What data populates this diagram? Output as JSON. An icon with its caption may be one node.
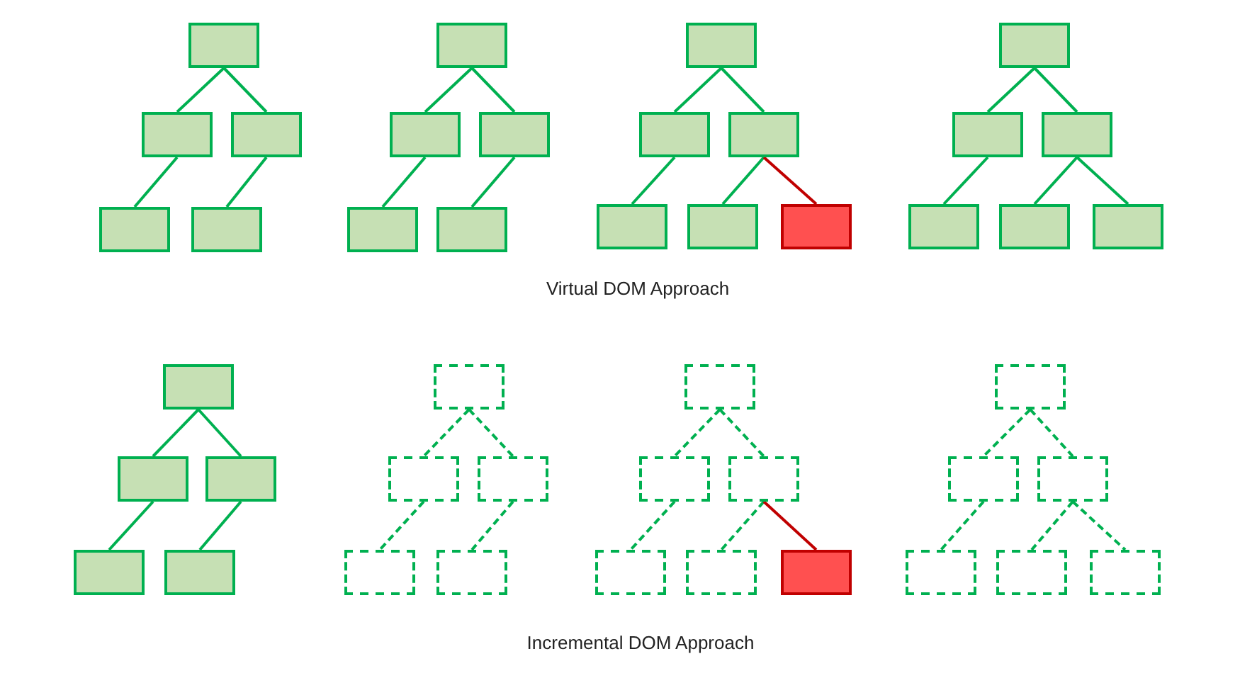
{
  "diagram": {
    "nodes": [
      {
        "text": [],
        "shape": "box"
      },
      {
        "text": [],
        "shape": "box"
      },
      {
        "text": [],
        "shape": "box"
      },
      {
        "text": [],
        "shape": "box"
      },
      {
        "text": [],
        "shape": "box"
      },
      {
        "text": [],
        "shape": "box"
      },
      {
        "text": [],
        "shape": "box"
      },
      {
        "text": [],
        "shape": "box"
      },
      {
        "text": [],
        "shape": "box"
      },
      {
        "text": [],
        "shape": "box"
      },
      {
        "text": [],
        "shape": "box"
      },
      {
        "text": [],
        "shape": "box"
      },
      {
        "text": [],
        "shape": "box"
      },
      {
        "text": [],
        "shape": "box"
      },
      {
        "text": [],
        "shape": "box"
      },
      {
        "text": [],
        "shape": "box"
      },
      {
        "text": [],
        "shape": "box"
      },
      {
        "text": [],
        "shape": "box"
      },
      {
        "text": [],
        "shape": "box"
      },
      {
        "text": [],
        "shape": "box"
      },
      {
        "text": [],
        "shape": "box"
      },
      {
        "text": [],
        "shape": "box"
      },
      {
        "text": [],
        "shape": "box"
      },
      {
        "text": [],
        "shape": "box"
      },
      {
        "text": [],
        "shape": "box"
      },
      {
        "text": [],
        "shape": "box"
      },
      {
        "text": [],
        "shape": "box"
      },
      {
        "text": [],
        "shape": "box"
      },
      {
        "text": [],
        "shape": "box"
      },
      {
        "text": [],
        "shape": "box"
      },
      {
        "text": [],
        "shape": "box"
      },
      {
        "text": [],
        "shape": "box"
      },
      {
        "text": [],
        "shape": "box"
      },
      {
        "text": [],
        "shape": "box"
      },
      {
        "text": [],
        "shape": "box"
      },
      {
        "text": [],
        "shape": "box"
      },
      {
        "text": [],
        "shape": "box"
      },
      {
        "text": [],
        "shape": "box"
      },
      {
        "text": [],
        "shape": "box"
      },
      {
        "text": [],
        "shape": "box"
      },
      {
        "text": [],
        "shape": "box"
      },
      {
        "text": [],
        "shape": "box"
      },
      {
        "text": [],
        "shape": "box"
      },
      {
        "text": [],
        "shape": "box"
      }
    ],
    "edges": [
      {
        "from": 0,
        "to": 1,
        "arrow": "none"
      },
      {
        "from": 0,
        "to": 2,
        "arrow": "none"
      },
      {
        "from": 1,
        "to": 3,
        "arrow": "none"
      },
      {
        "from": 2,
        "to": 4,
        "arrow": "none"
      },
      {
        "from": 5,
        "to": 6,
        "arrow": "none"
      },
      {
        "from": 5,
        "to": 7,
        "arrow": "none"
      },
      {
        "from": 6,
        "to": 8,
        "arrow": "none"
      },
      {
        "from": 7,
        "to": 9,
        "arrow": "none"
      },
      {
        "from": 10,
        "to": 11,
        "arrow": "none"
      },
      {
        "from": 10,
        "to": 12,
        "arrow": "none"
      },
      {
        "from": 11,
        "to": 13,
        "arrow": "none"
      },
      {
        "from": 12,
        "to": 14,
        "arrow": "none"
      },
      {
        "from": 12,
        "to": 15,
        "arrow": "none",
        "color": "#c00000"
      },
      {
        "from": 16,
        "to": 17,
        "arrow": "none"
      },
      {
        "from": 16,
        "to": 18,
        "arrow": "none"
      },
      {
        "from": 17,
        "to": 19,
        "arrow": "none"
      },
      {
        "from": 18,
        "to": 20,
        "arrow": "none"
      },
      {
        "from": 18,
        "to": 21,
        "arrow": "none"
      },
      {
        "from": 22,
        "to": 23,
        "arrow": "none"
      },
      {
        "from": 22,
        "to": 24,
        "arrow": "none"
      },
      {
        "from": 23,
        "to": 25,
        "arrow": "none"
      },
      {
        "from": 24,
        "to": 26,
        "arrow": "none"
      },
      {
        "from": 27,
        "to": 28,
        "arrow": "none",
        "style": "dashed"
      },
      {
        "from": 27,
        "to": 29,
        "arrow": "none",
        "style": "dashed"
      },
      {
        "from": 28,
        "to": 30,
        "arrow": "none",
        "style": "dashed"
      },
      {
        "from": 29,
        "to": 31,
        "arrow": "none",
        "style": "dashed"
      },
      {
        "from": 32,
        "to": 33,
        "arrow": "none",
        "style": "dashed"
      },
      {
        "from": 32,
        "to": 34,
        "arrow": "none",
        "style": "dashed"
      },
      {
        "from": 33,
        "to": 35,
        "arrow": "none",
        "style": "dashed"
      },
      {
        "from": 34,
        "to": 36,
        "arrow": "none",
        "style": "dashed"
      },
      {
        "from": 34,
        "to": 37,
        "arrow": "none",
        "color": "#c00000"
      },
      {
        "from": 38,
        "to": 39,
        "arrow": "none",
        "style": "dashed"
      },
      {
        "from": 38,
        "to": 40,
        "arrow": "none",
        "style": "dashed"
      },
      {
        "from": 39,
        "to": 41,
        "arrow": "none",
        "style": "dashed"
      },
      {
        "from": 40,
        "to": 42,
        "arrow": "none",
        "style": "dashed"
      },
      {
        "from": 40,
        "to": 43,
        "arrow": "none",
        "style": "dashed"
      }
    ],
    "labels": [
      "Virtual DOM Approach",
      "Incremental DOM Approach"
    ]
  }
}
